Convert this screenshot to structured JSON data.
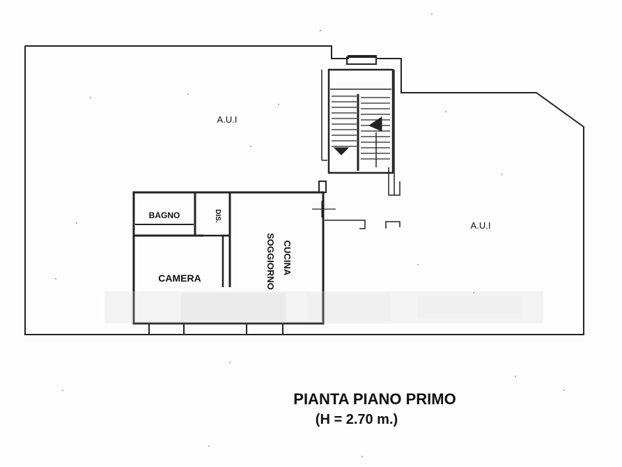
{
  "plan": {
    "labels": {
      "aui_left": "A.U.I",
      "aui_right": "A.U.I",
      "bagno": "BAGNO",
      "disimpegno": "DIS.",
      "camera": "CAMERA",
      "soggiorno": "SOGGIORNO",
      "cucina": "CUCINA"
    },
    "title": {
      "line1": "PIANTA PIANO PRIMO",
      "line2": "(H = 2.70 m.)"
    }
  }
}
